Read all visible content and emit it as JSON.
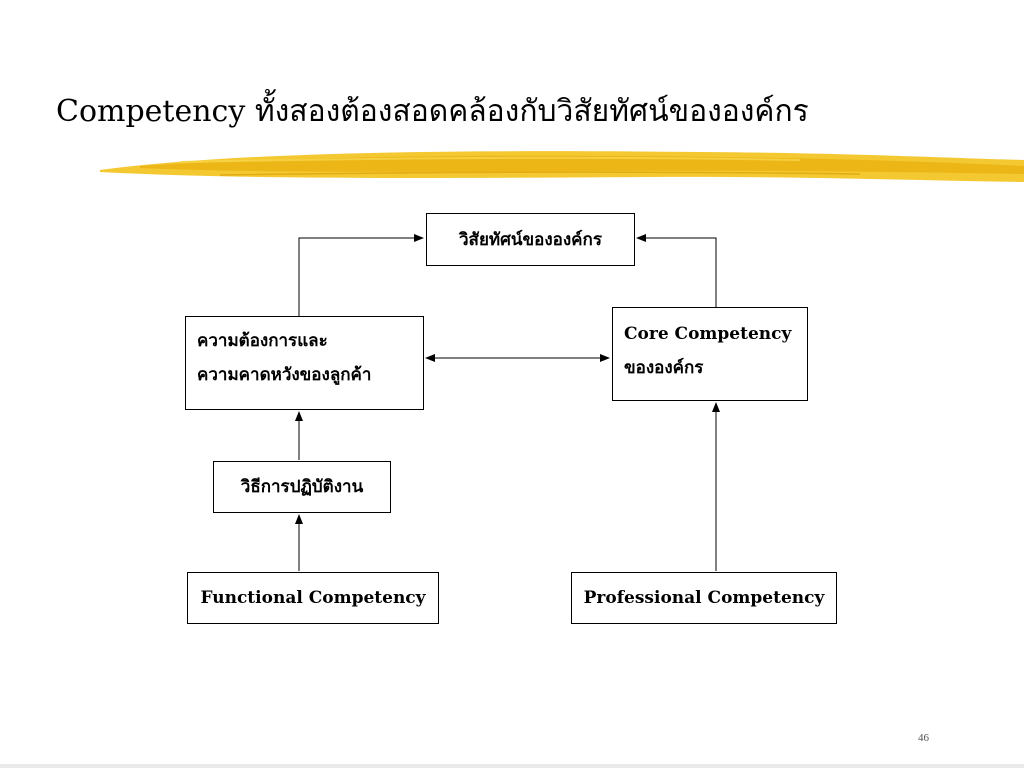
{
  "slide": {
    "title": "Competency ทั้งสองต้องสอดคล้องกับวิสัยทัศน์ขององค์กร",
    "page_number": "46",
    "accent_color": "#f2c21b"
  },
  "diagram": {
    "vision": "วิสัยทัศน์ขององค์กร",
    "customer_needs": {
      "line1": "ความต้องการและ",
      "line2": "ความคาดหวังของลูกค้า"
    },
    "core_competency": {
      "line1": "Core Competency",
      "line2": "ขององค์กร"
    },
    "work_method": "วิธีการปฏิบัติงาน",
    "functional": "Functional Competency",
    "professional": "Professional Competency"
  }
}
